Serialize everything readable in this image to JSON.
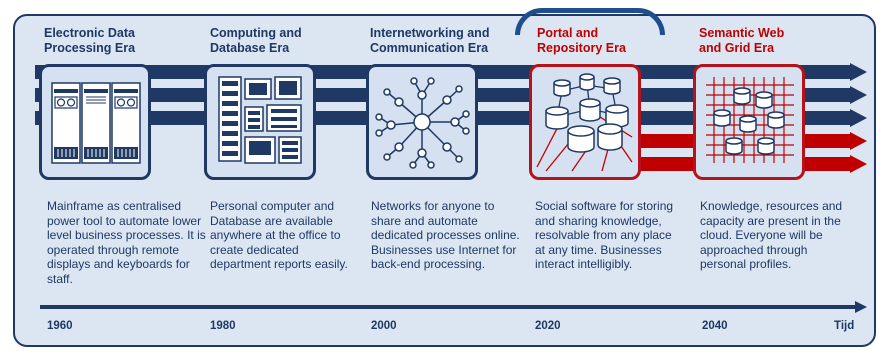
{
  "eras": [
    {
      "title_line1": "Electronic Data",
      "title_line2": "Processing Era",
      "icon": "mainframe-icon",
      "description": "Mainframe as centralised power tool to automate lower level business processes. It is operated through remote displays and keyboards for staff.",
      "year": "1960"
    },
    {
      "title_line1": "Computing and",
      "title_line2": "Database Era",
      "icon": "database-computer-icon",
      "description": "Personal computer and Database are available anywhere at the office to create dedicated department reports easily.",
      "year": "1980"
    },
    {
      "title_line1": "Internetworking and",
      "title_line2": "Communication Era",
      "icon": "network-icon",
      "description": "Networks for anyone to share and automate dedicated processes online. Businesses use Internet for back-end processing.",
      "year": "2000"
    },
    {
      "title_line1": "Portal and",
      "title_line2": "Repository Era",
      "icon": "repository-icon",
      "description": "Social software for storing and sharing knowledge, resolvable from any place at any time. Businesses interact intelligibly.",
      "year": "2020"
    },
    {
      "title_line1": "Semantic Web",
      "title_line2": "and Grid Era",
      "icon": "semantic-grid-icon",
      "description": "Knowledge, resources and capacity are present in the cloud. Everyone will be approached through personal profiles.",
      "year": "2040"
    }
  ],
  "axis_label": "Tijd",
  "colors": {
    "navy": "#1f3864",
    "red": "#c00000",
    "panel": "#dbe6f2"
  }
}
